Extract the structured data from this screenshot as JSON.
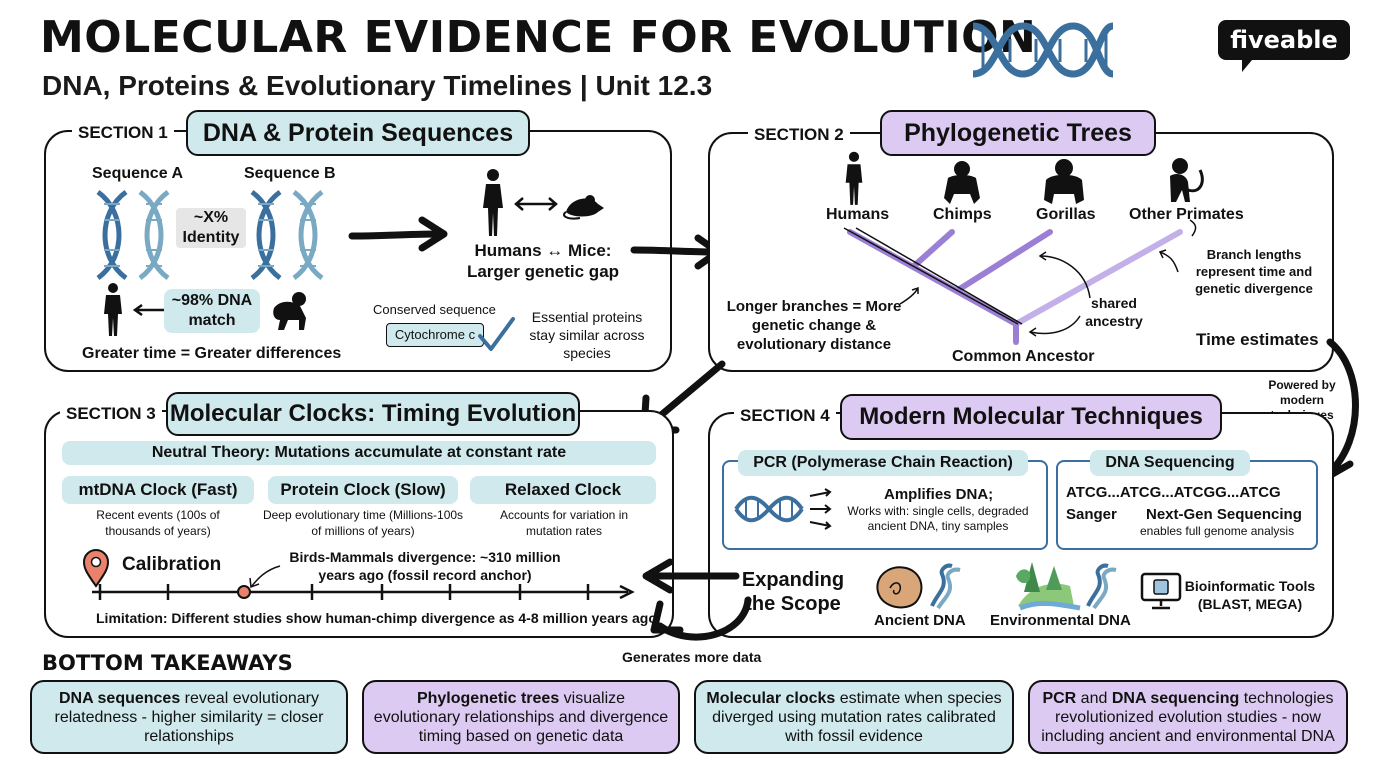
{
  "header": {
    "title": "MOLECULAR EVIDENCE FOR EVOLUTION",
    "subtitle": "DNA, Proteins & Evolutionary Timelines | Unit 12.3",
    "logo": "fiveable"
  },
  "section1": {
    "label": "SECTION 1",
    "title": "DNA & Protein Sequences",
    "seq_a": "Sequence A",
    "seq_b": "Sequence B",
    "identity": "~X% Identity",
    "dna_match": "~98% DNA match",
    "greater_time": "Greater time = Greater differences",
    "humans_mice": "Humans ↔ Mice: Larger genetic gap",
    "conserved": "Conserved sequence",
    "cytochrome": "Cytochrome c",
    "essential": "Essential proteins stay similar across species"
  },
  "section2": {
    "label": "SECTION 2",
    "title": "Phylogenetic Trees",
    "taxa": [
      "Humans",
      "Chimps",
      "Gorillas",
      "Other Primates"
    ],
    "branch_lengths": "Branch lengths represent time and genetic divergence",
    "longer_branches": "Longer branches = More genetic change & evolutionary distance",
    "shared": "shared ancestry",
    "common_ancestor": "Common Ancestor",
    "time_estimates": "Time estimates"
  },
  "section3": {
    "label": "SECTION 3",
    "title": "Molecular Clocks: Timing Evolution",
    "neutral": "Neutral Theory: Mutations accumulate at constant rate",
    "clocks": [
      {
        "name": "mtDNA Clock (Fast)",
        "desc": "Recent events (100s of thousands of years)"
      },
      {
        "name": "Protein Clock (Slow)",
        "desc": "Deep evolutionary time (Millions-100s of millions of years)"
      },
      {
        "name": "Relaxed Clock",
        "desc": "Accounts for variation in mutation rates"
      }
    ],
    "calibration": "Calibration",
    "birds": "Birds-Mammals divergence: ~310 million years ago (fossil record anchor)",
    "limitation": "Limitation: Different studies show human-chimp divergence as 4-8 million years ago"
  },
  "section4": {
    "label": "SECTION 4",
    "title": "Modern Molecular Techniques",
    "pcr_title": "PCR (Polymerase Chain Reaction)",
    "pcr_amplifies": "Amplifies DNA;",
    "pcr_works": "Works with: single cells, degraded ancient DNA, tiny samples",
    "seq_title": "DNA Sequencing",
    "seq_string": "ATCG...ATCG...ATCGG...ATCG",
    "sanger": "Sanger",
    "nextgen": "Next-Gen Sequencing",
    "nextgen_desc": "enables full genome analysis",
    "ancient": "Ancient DNA",
    "environmental": "Environmental DNA",
    "bioinfo": "Bioinformatic Tools (BLAST, MEGA)"
  },
  "connectors": {
    "powered_by": "Powered by modern techniques",
    "expanding": "Expanding the Scope",
    "generates": "Generates more data"
  },
  "takeaways": {
    "heading": "BOTTOM TAKEAWAYS",
    "cards": [
      {
        "bold": "DNA sequences",
        "rest": " reveal evolutionary relatedness - higher similarity = closer relationships"
      },
      {
        "bold": "Phylogenetic trees",
        "rest": " visualize evolutionary relationships and divergence timing based on genetic data"
      },
      {
        "bold": "Molecular clocks",
        "rest": " estimate when species diverged using mutation rates calibrated with fossil evidence"
      },
      {
        "bold": "PCR",
        "mid": " and ",
        "bold2": "DNA sequencing",
        "rest": " technologies revolutionized evolution studies - now including ancient and environmental DNA"
      }
    ]
  },
  "colors": {
    "teal": "#cfe9ec",
    "purple": "#dccaf2",
    "dna_blue": "#3b6f9e",
    "tree_purple": "#9b7fd4"
  }
}
